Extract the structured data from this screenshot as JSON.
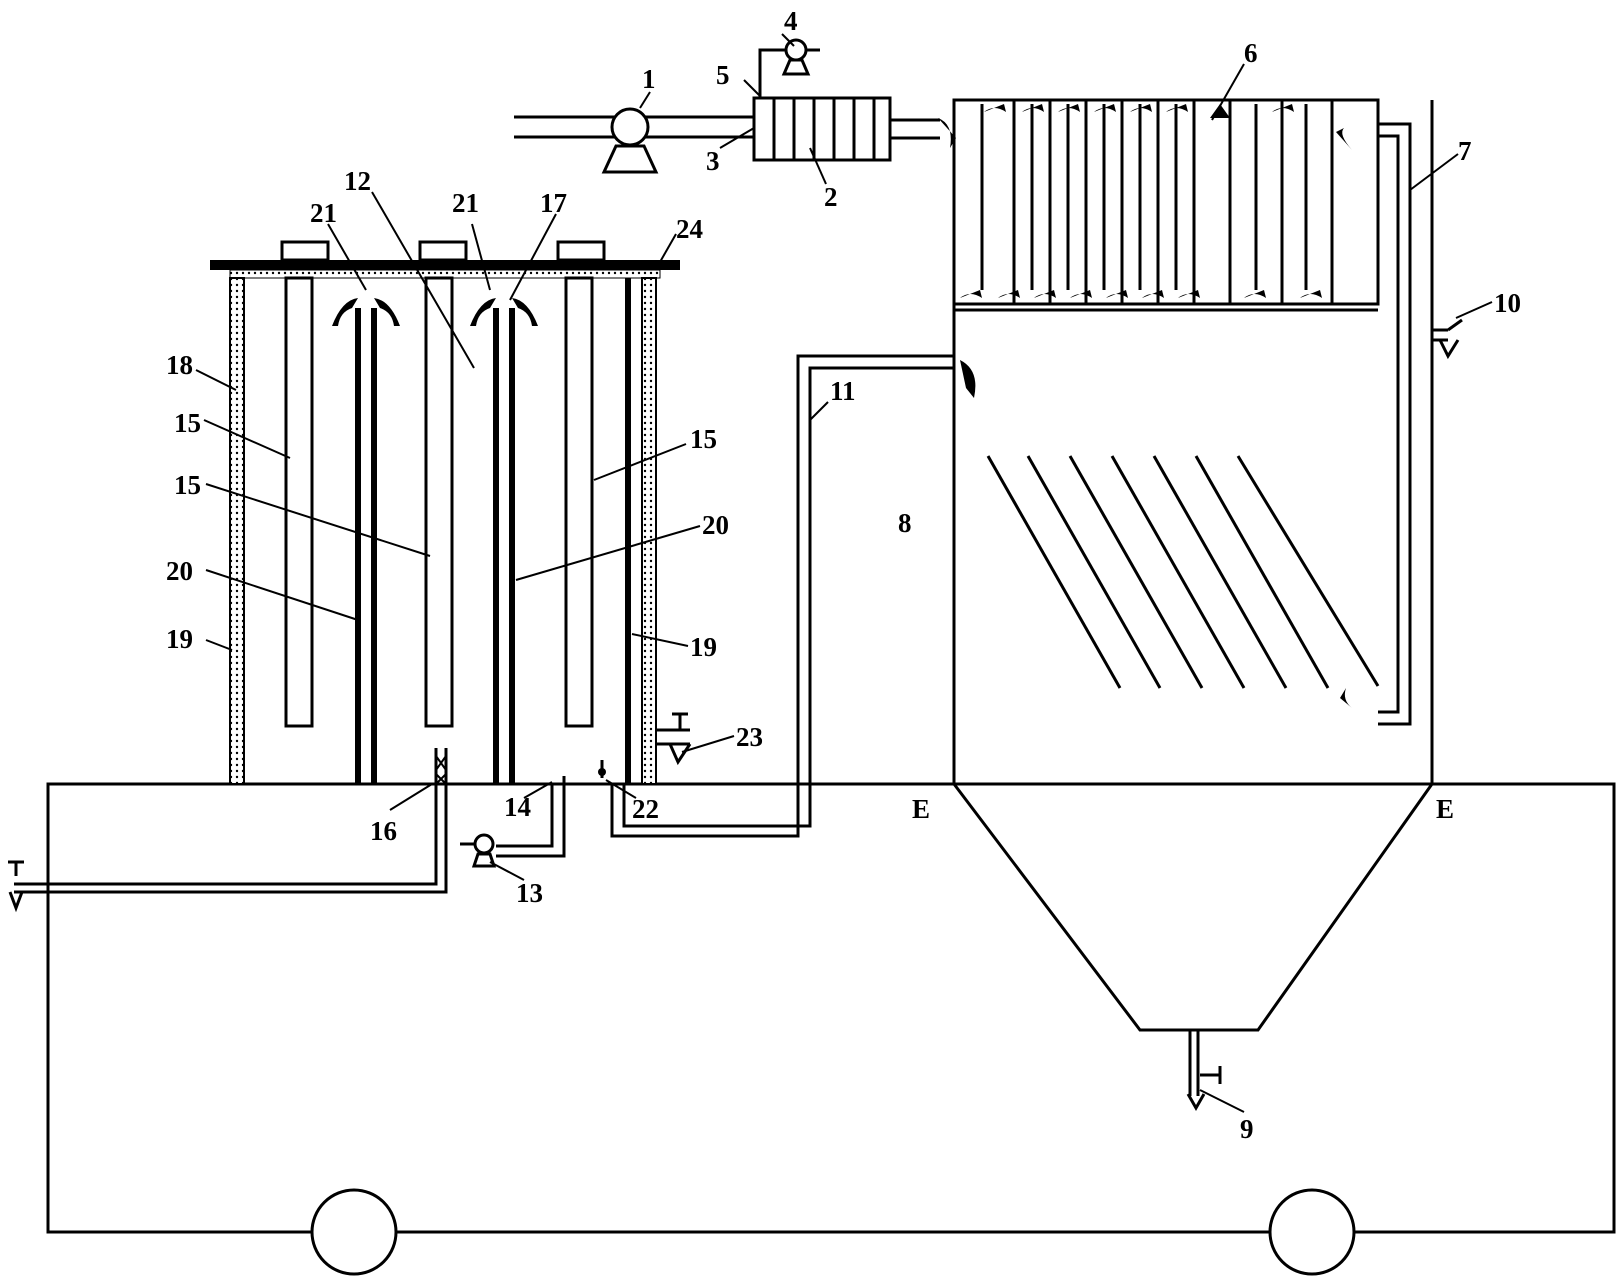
{
  "diagram": {
    "labels": {
      "n1": "1",
      "n2": "2",
      "n3": "3",
      "n4": "4",
      "n5": "5",
      "n6": "6",
      "n7": "7",
      "n8": "8",
      "n9": "9",
      "n10": "10",
      "n11": "11",
      "n12": "12",
      "n13": "13",
      "n14": "14",
      "n15a": "15",
      "n15b": "15",
      "n15c": "15",
      "n16": "16",
      "n17": "17",
      "n18": "18",
      "n19a": "19",
      "n19b": "19",
      "n20a": "20",
      "n20b": "20",
      "n21a": "21",
      "n21b": "21",
      "n22": "22",
      "n23": "23",
      "n24": "24",
      "e_left": "E",
      "e_right": "E"
    }
  }
}
